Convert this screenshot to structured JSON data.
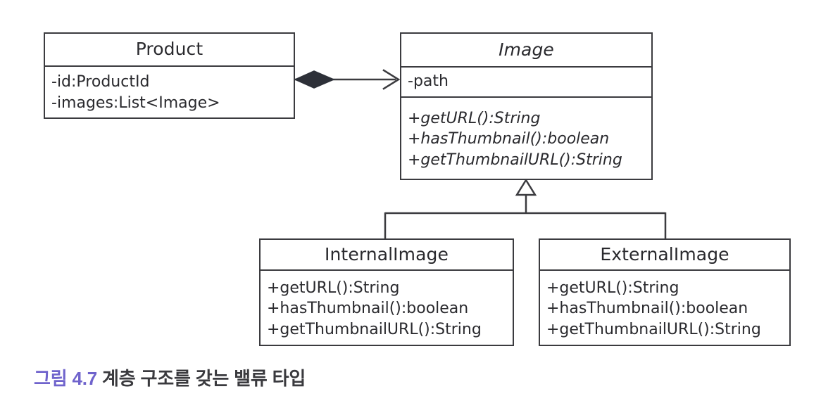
{
  "figure": {
    "label": "그림 4.7",
    "text": "계층 구조를 갖는 밸류 타입",
    "label_color": "#6f63cc",
    "text_color": "#3a3a3e"
  },
  "diagram": {
    "type": "uml-class-diagram",
    "background": "#ffffff",
    "stroke_color": "#3b3b3f",
    "classes": [
      {
        "id": "product",
        "name": "Product",
        "abstract": false,
        "attributes": [
          "-id:ProductId",
          "-images:List<Image>"
        ],
        "operations": []
      },
      {
        "id": "image",
        "name": "Image",
        "abstract": true,
        "attributes": [
          "-path"
        ],
        "operations": [
          "+getURL():String",
          "+hasThumbnail():boolean",
          "+getThumbnailURL():String"
        ]
      },
      {
        "id": "internal-image",
        "name": "InternalImage",
        "abstract": false,
        "attributes": [],
        "operations": [
          "+getURL():String",
          "+hasThumbnail():boolean",
          "+getThumbnailURL():String"
        ]
      },
      {
        "id": "external-image",
        "name": "ExternalImage",
        "abstract": false,
        "attributes": [],
        "operations": [
          "+getURL():String",
          "+hasThumbnail():boolean",
          "+getThumbnailURL():String"
        ]
      }
    ],
    "relationships": [
      {
        "id": "product-image-composition",
        "kind": "composition",
        "source": "Product",
        "target": "Image",
        "source_decoration": "filled-diamond",
        "target_decoration": "open-arrow"
      },
      {
        "id": "internal-image-generalization",
        "kind": "generalization",
        "source": "InternalImage",
        "target": "Image",
        "target_decoration": "hollow-triangle"
      },
      {
        "id": "external-image-generalization",
        "kind": "generalization",
        "source": "ExternalImage",
        "target": "Image",
        "target_decoration": "hollow-triangle"
      }
    ]
  }
}
